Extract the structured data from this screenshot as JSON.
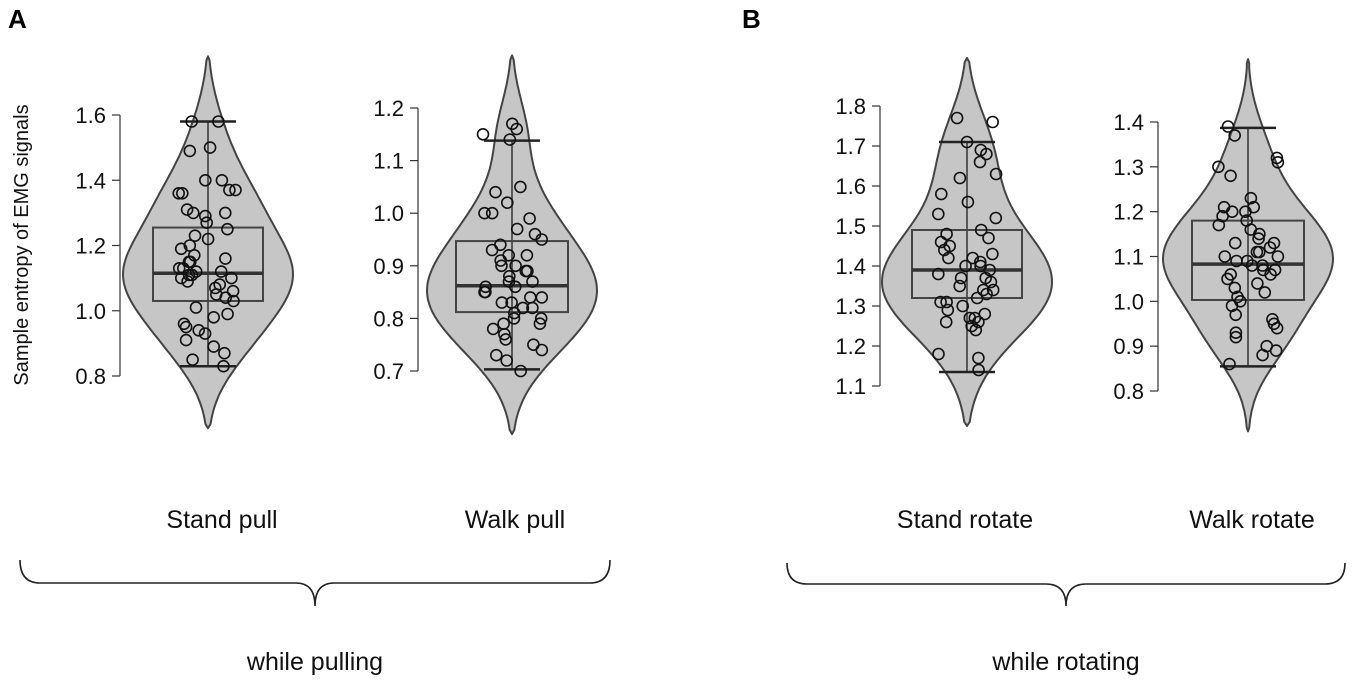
{
  "chart_data": [
    {
      "type": "violin",
      "panel": "A",
      "ylabel": "Sample entropy of EMG signals",
      "group_label": "while pulling",
      "charts": [
        {
          "category": "Stand pull",
          "ylim": [
            0.8,
            1.6
          ],
          "yticks": [
            "0.8",
            "1.0",
            "1.2",
            "1.4",
            "1.6"
          ],
          "whisker_low": 0.83,
          "q1": 1.03,
          "median": 1.115,
          "q3": 1.255,
          "whisker_high": 1.58,
          "violin_min": 0.64,
          "violin_max": 1.78,
          "points": [
            1.58,
            1.58,
            1.5,
            1.49,
            1.4,
            1.4,
            1.37,
            1.37,
            1.36,
            1.36,
            1.31,
            1.3,
            1.3,
            1.29,
            1.27,
            1.25,
            1.23,
            1.22,
            1.2,
            1.19,
            1.17,
            1.16,
            1.15,
            1.15,
            1.13,
            1.13,
            1.12,
            1.12,
            1.11,
            1.11,
            1.1,
            1.1,
            1.09,
            1.08,
            1.07,
            1.06,
            1.05,
            1.04,
            1.03,
            1.01,
            0.99,
            0.98,
            0.96,
            0.95,
            0.94,
            0.93,
            0.91,
            0.89,
            0.87,
            0.85,
            0.83
          ]
        },
        {
          "category": "Walk pull",
          "ylim": [
            0.7,
            1.2
          ],
          "yticks": [
            "0.7",
            "0.8",
            "0.9",
            "1.0",
            "1.1",
            "1.2"
          ],
          "whisker_low": 0.703,
          "q1": 0.812,
          "median": 0.862,
          "q3": 0.947,
          "whisker_high": 1.138,
          "violin_min": 0.58,
          "violin_max": 1.3,
          "points": [
            1.17,
            1.16,
            1.15,
            1.14,
            1.05,
            1.04,
            1.02,
            1.0,
            1.0,
            0.99,
            0.97,
            0.96,
            0.95,
            0.94,
            0.93,
            0.92,
            0.92,
            0.91,
            0.9,
            0.9,
            0.89,
            0.89,
            0.88,
            0.87,
            0.87,
            0.86,
            0.86,
            0.85,
            0.85,
            0.84,
            0.84,
            0.83,
            0.83,
            0.82,
            0.82,
            0.81,
            0.8,
            0.8,
            0.79,
            0.79,
            0.78,
            0.77,
            0.76,
            0.75,
            0.74,
            0.73,
            0.72,
            0.7
          ]
        }
      ]
    },
    {
      "type": "violin",
      "panel": "B",
      "ylabel": "",
      "group_label": "while rotating",
      "charts": [
        {
          "category": "Stand rotate",
          "ylim": [
            1.1,
            1.8
          ],
          "yticks": [
            "1.1",
            "1.2",
            "1.3",
            "1.4",
            "1.5",
            "1.6",
            "1.7",
            "1.8"
          ],
          "whisker_low": 1.135,
          "q1": 1.32,
          "median": 1.39,
          "q3": 1.49,
          "whisker_high": 1.71,
          "violin_min": 1.0,
          "violin_max": 1.92,
          "points": [
            1.77,
            1.76,
            1.71,
            1.69,
            1.68,
            1.66,
            1.63,
            1.62,
            1.58,
            1.56,
            1.53,
            1.52,
            1.49,
            1.48,
            1.47,
            1.46,
            1.45,
            1.44,
            1.43,
            1.42,
            1.42,
            1.41,
            1.4,
            1.4,
            1.39,
            1.38,
            1.37,
            1.37,
            1.36,
            1.35,
            1.34,
            1.34,
            1.33,
            1.32,
            1.31,
            1.31,
            1.3,
            1.29,
            1.28,
            1.27,
            1.27,
            1.26,
            1.26,
            1.25,
            1.24,
            1.18,
            1.17,
            1.14
          ]
        },
        {
          "category": "Walk rotate",
          "ylim": [
            0.8,
            1.4
          ],
          "yticks": [
            "0.8",
            "0.9",
            "1.0",
            "1.1",
            "1.2",
            "1.3",
            "1.4"
          ],
          "whisker_low": 0.855,
          "q1": 1.003,
          "median": 1.083,
          "q3": 1.18,
          "whisker_high": 1.387,
          "violin_min": 0.71,
          "violin_max": 1.54,
          "points": [
            1.39,
            1.37,
            1.32,
            1.31,
            1.3,
            1.28,
            1.23,
            1.21,
            1.21,
            1.2,
            1.2,
            1.19,
            1.18,
            1.17,
            1.16,
            1.15,
            1.14,
            1.13,
            1.13,
            1.12,
            1.11,
            1.11,
            1.1,
            1.1,
            1.09,
            1.09,
            1.08,
            1.08,
            1.07,
            1.07,
            1.06,
            1.06,
            1.05,
            1.04,
            1.03,
            1.02,
            1.01,
            1.0,
            0.99,
            0.97,
            0.96,
            0.95,
            0.94,
            0.93,
            0.92,
            0.9,
            0.89,
            0.88,
            0.86
          ]
        }
      ]
    }
  ]
}
